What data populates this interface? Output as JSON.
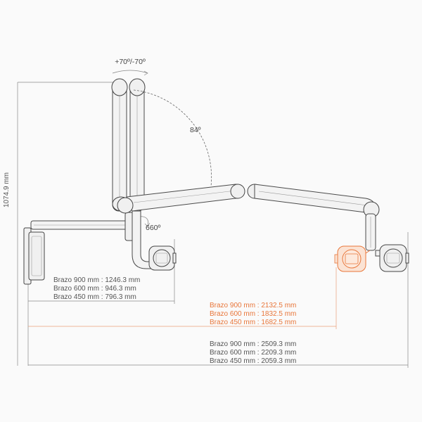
{
  "labels": {
    "rotation_top": "+70º/-70º",
    "angle_84": "84º",
    "angle_660": "660º",
    "height": "1074.9 mm"
  },
  "dimensions": {
    "short_reach": [
      "Brazo 900 mm : 1246.3 mm",
      "Brazo 600 mm : 946.3 mm",
      "Brazo 450 mm : 796.3 mm"
    ],
    "mid_reach": [
      "Brazo 900 mm : 2132.5 mm",
      "Brazo 600 mm : 1832.5 mm",
      "Brazo 450 mm : 1682.5 mm"
    ],
    "full_reach": [
      "Brazo 900 mm : 2509.3 mm",
      "Brazo 600 mm : 2209.3 mm",
      "Brazo 450 mm : 2059.3 mm"
    ]
  },
  "colors": {
    "line": "#4a4a4a",
    "dimension": "#888888",
    "highlight": "#e8763a"
  }
}
